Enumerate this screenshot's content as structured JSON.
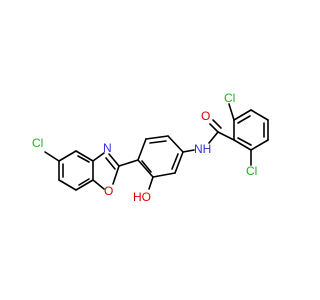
{
  "molecule": {
    "atom_labels": {
      "cl_left": "Cl",
      "n_oxazole": "N",
      "o_oxazole": "O",
      "o_carbonyl": "O",
      "nh_amide": "NH",
      "ho_phenol": "HO",
      "cl_top": "Cl",
      "cl_bottom": "Cl"
    },
    "colors": {
      "carbon_bond": "#000000",
      "nitrogen": "#3030e0",
      "oxygen": "#e00000",
      "chlorine": "#1fb01f",
      "background": "#ffffff"
    }
  }
}
